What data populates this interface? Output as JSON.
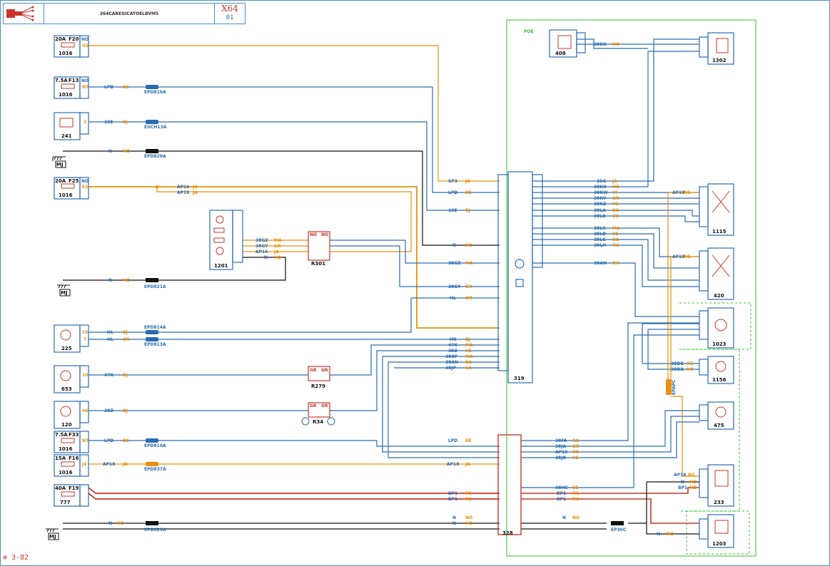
{
  "header": {
    "title": "364CAREGICATOELBVM5",
    "doc_code": "X64",
    "doc_sub": "01"
  },
  "footer": {
    "page": "3-82"
  },
  "zones": {
    "poe": "POE"
  },
  "components": {
    "c1016a": {
      "id": "1016",
      "rating": "20A",
      "fuse": "F20"
    },
    "c1016b": {
      "id": "1016",
      "rating": "7.5A",
      "fuse": "F13"
    },
    "c241": {
      "id": "241"
    },
    "c1016c": {
      "id": "1016",
      "rating": "20A",
      "fuse": "F25"
    },
    "c1201": {
      "id": "1201"
    },
    "c225": {
      "id": "225"
    },
    "c653": {
      "id": "653"
    },
    "c120": {
      "id": "120"
    },
    "c1016d": {
      "id": "1016",
      "rating": "7.5A",
      "fuse": "F33"
    },
    "c1016e": {
      "id": "1016",
      "rating": "15A",
      "fuse": "F16"
    },
    "c777": {
      "id": "777",
      "rating": "40A",
      "fuse": "F19"
    },
    "c319": {
      "id": "319"
    },
    "c328": {
      "id": "328"
    },
    "c408": {
      "id": "408"
    },
    "c1302": {
      "id": "1302"
    },
    "c1115": {
      "id": "1115"
    },
    "c420": {
      "id": "420"
    },
    "c1023": {
      "id": "1023"
    },
    "c1156": {
      "id": "1156"
    },
    "c475": {
      "id": "475"
    },
    "c233": {
      "id": "233"
    },
    "c1203": {
      "id": "1203"
    },
    "r301": {
      "id": "R301"
    },
    "r279": {
      "id": "R279"
    },
    "r34": {
      "id": "R34"
    },
    "mj1": {
      "id": "MJ"
    },
    "mj2": {
      "id": "MJ"
    },
    "mj3": {
      "id": "MJ"
    }
  },
  "labels": {
    "l_h2": "H2",
    "l_no1": "NO",
    "l_n7": "N7",
    "l_no2": "NO",
    "l_lpd1": "LPD",
    "l_be1": "BE",
    "l_epd1": "EPD816A",
    "l_3": "3",
    "l_19e": "19E",
    "l_bj1": "BJ",
    "l_euch": "EUCH13A",
    "l_n1": "N",
    "l_nr1": "NO",
    "l_epd2": "EPD828A",
    "l_e2": "E2",
    "l_no3": "NO",
    "l_ap16a": "AP16",
    "l_ja1": "JA",
    "l_ap16b": "AP16",
    "l_ja2": "JA",
    "l_sp3": "SP3",
    "l_ja3": "JA",
    "l_lpd2": "LPD",
    "l_be2": "BE",
    "l_19e2": "19E",
    "l_bj2": "BJ",
    "l_38gz": "38GZ",
    "l_ma1": "MA",
    "l_38gy": "38GY",
    "l_gr1": "GR",
    "l_ap16c": "AP16",
    "l_ja4": "JA",
    "l_n2": "N",
    "l_nr2": "NO",
    "l_no_r1": "NO",
    "l_no_r2": "NO",
    "l_n3": "N",
    "l_nr3": "NO",
    "l_38gz2": "38GZ",
    "l_ma2": "MA",
    "l_n4": "N",
    "l_nr4": "NO",
    "l_epd3": "EPD821A",
    "l_38gy2": "38GY",
    "l_gr2": "GR",
    "l_hl1": "HL",
    "l_or1": "OR",
    "l_15": "15",
    "l_7": "7",
    "l_hl2": "HL",
    "l_bj3": "BJ",
    "l_hl3": "HL",
    "l_or2": "OR",
    "l_epd4": "EPD814A",
    "l_epd5": "EPD813A",
    "l_hk": "HK",
    "l_bj4": "BJ",
    "l_47k": "47K",
    "l_ma3": "MA",
    "l_38z": "38Z",
    "l_ve1": "VE",
    "l_38ay": "38AY",
    "l_ma4": "MA",
    "l_38an": "38AN",
    "l_ba1": "BA",
    "l_38jp": "38JP",
    "l_sa1": "SA",
    "l_10": "10",
    "l_47k2": "47K",
    "l_bj5": "BJ",
    "l_gr3": "GR",
    "l_gr4": "GR",
    "l_46": "46",
    "l_38z2": "38Z",
    "l_bj6": "BJ",
    "l_gr5": "GR",
    "l_gr6": "GR",
    "l_n72": "N7",
    "l_lpd3": "LPD",
    "l_be3": "BE",
    "l_epd6": "EPD816A",
    "l_lpd4": "LPD",
    "l_be4": "BE",
    "l_j4": "J4",
    "l_ap18a": "AP18",
    "l_ja5": "JA",
    "l_epd7": "EPD837A",
    "l_ap18b": "AP18",
    "l_ja6": "JA",
    "l_bp1a": "BP1",
    "l_rg1": "RG",
    "l_bp1b": "BP1",
    "l_rg2": "RG",
    "l_n5": "N",
    "l_nr5": "NO",
    "l_n6": "N",
    "l_nr6": "NO",
    "l_epd8": "EPD821A",
    "l_n7b": "N",
    "l_nr7": "NO",
    "l_n8": "N",
    "l_nr8": "NO",
    "l_3sg": "3SG",
    "l_ja7": "JA",
    "l_38kx": "38KX",
    "l_no5": "NO",
    "l_38kw": "38KW",
    "l_vi1": "VI",
    "l_38ky": "38KY",
    "l_gr7": "GR",
    "l_38kz": "38KZ",
    "l_ve2": "VE",
    "l_38la": "38LA",
    "l_ba2": "BA",
    "l_38lb": "38LB",
    "l_bc1": "BC",
    "l_38lc": "38LC",
    "l_ma5": "MA",
    "l_38ld": "38LD",
    "l_ve3": "VE",
    "l_38lg": "38LG",
    "l_ba3": "BA",
    "l_38lh": "38LH",
    "l_rg3": "RG",
    "l_38an2": "38AN",
    "l_or3": "OR",
    "l_38kx2": "38KX",
    "l_no6": "NO",
    "l_ap18c": "AP18",
    "l_rg4": "RG",
    "l_ap18d": "AP18",
    "l_rg5": "RG",
    "l_38db": "38DB",
    "l_rg6": "RG",
    "l_38da": "38DA",
    "l_no7": "NO",
    "l_38fa": "38FA",
    "l_rg7": "RG",
    "l_38ja": "38JA",
    "l_gr8": "GR",
    "l_ap19": "AP19",
    "l_rg8": "RG",
    "l_38jb": "38JB",
    "l_ve4": "VE",
    "l_38hc": "38HC",
    "l_be5": "BE",
    "l_bp1c": "BP1",
    "l_rg9": "RG",
    "l_bp1d": "BP1",
    "l_rg10": "RG",
    "l_ap18e": "AP18",
    "l_rg11": "RG",
    "l_n9": "N",
    "l_nr9": "NO",
    "l_bp1e": "BP1",
    "l_nr10": "NO",
    "l_epd9": "EP30C",
    "l_epap": "EPAPC",
    "l_n10": "N",
    "l_nr11": "NO"
  },
  "colors": {
    "blue": "#2b6cb0",
    "orange": "#e8900c",
    "red": "#c0392b",
    "green": "#31c131",
    "black": "#111111"
  }
}
